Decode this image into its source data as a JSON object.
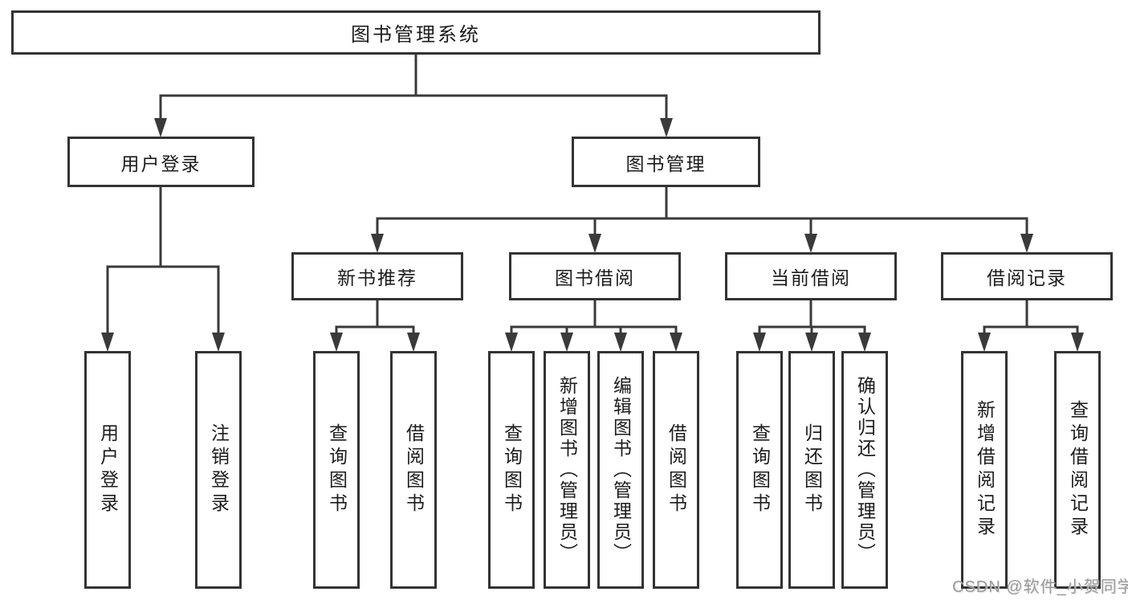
{
  "diagram": {
    "title": "图书管理系统",
    "watermark": "CSDN @软件_小贺同学"
  },
  "colors": {
    "line": "#3a3a3a",
    "box_border": "#333333",
    "text": "#1c1c1c",
    "watermark": "#9b9b9b",
    "background": "#ffffff"
  },
  "nodes": {
    "root": "图书管理系统",
    "level2": [
      {
        "label": "用户登录"
      },
      {
        "label": "图书管理"
      }
    ],
    "level3": [
      {
        "label": "新书推荐"
      },
      {
        "label": "图书借阅"
      },
      {
        "label": "当前借阅"
      },
      {
        "label": "借阅记录"
      }
    ],
    "leaves": [
      {
        "label": "用户登录"
      },
      {
        "label": "注销登录"
      },
      {
        "label": "查询图书"
      },
      {
        "label": "借阅图书"
      },
      {
        "label": "查询图书"
      },
      {
        "label": "新增图书（管理员）"
      },
      {
        "label": "编辑图书（管理员）"
      },
      {
        "label": "借阅图书"
      },
      {
        "label": "查询图书"
      },
      {
        "label": "归还图书"
      },
      {
        "label": "确认归还（管理员）"
      },
      {
        "label": "新增借阅记录"
      },
      {
        "label": "查询借阅记录"
      }
    ]
  }
}
